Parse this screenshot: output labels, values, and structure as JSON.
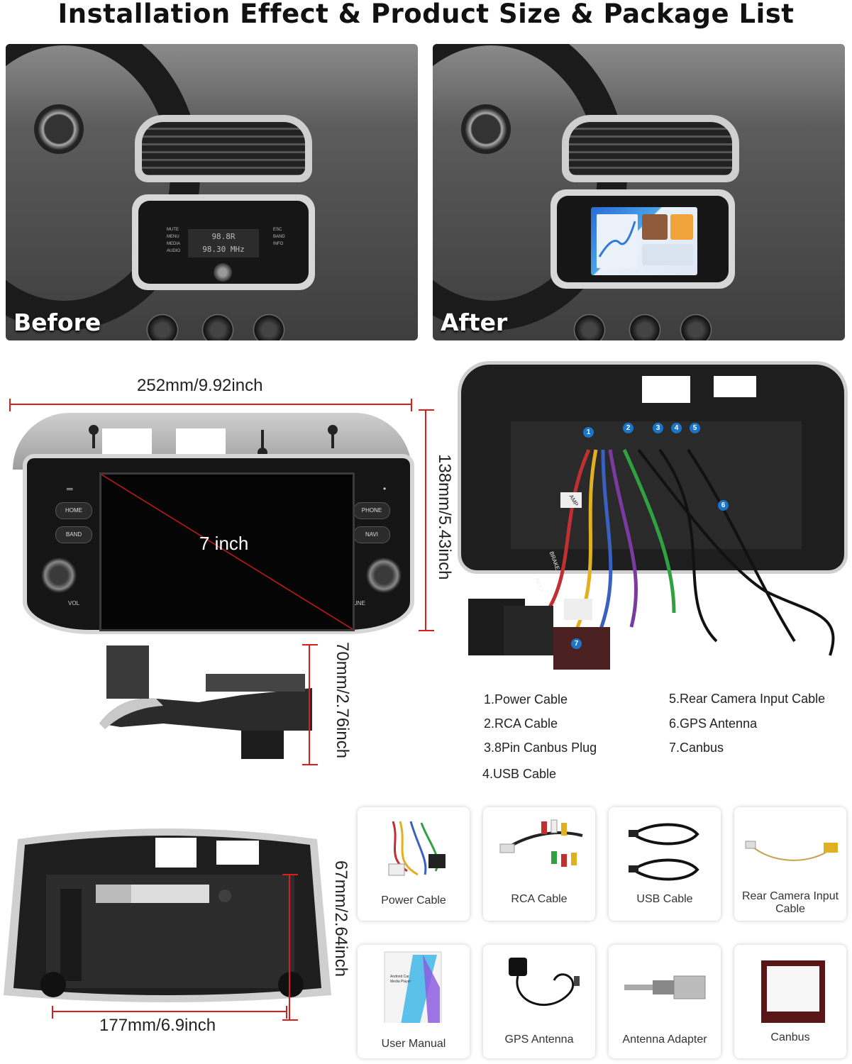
{
  "title": "Installation Effect & Product Size & Package List",
  "photos": {
    "before_label": "Before",
    "after_label": "After",
    "before_radio_line1": "98.8R",
    "before_radio_line2": "98.30 MHz",
    "before_buttons": [
      "MUTE",
      "MENU",
      "MEDIA",
      "AUDIO",
      "ESC",
      "BAND",
      "INFO"
    ]
  },
  "front_unit": {
    "width_label": "252mm/9.92inch",
    "height_label": "138mm/5.43inch",
    "screen_label": "7 inch",
    "buttons": {
      "home": "HOME",
      "band": "BAND",
      "phone": "PHONE",
      "navi": "NAVI",
      "vol": "VOL",
      "tune": "TUNE"
    }
  },
  "side_unit": {
    "depth_label": "70mm/2.76inch"
  },
  "harness": {
    "numbers": [
      "1",
      "2",
      "3",
      "4",
      "5",
      "6",
      "7"
    ],
    "tags": [
      "AMP",
      "BRAKE",
      "KEY2"
    ]
  },
  "cable_list": {
    "left": [
      "1.Power Cable",
      "2.RCA Cable",
      "3.8Pin Canbus Plug",
      "4.USB Cable"
    ],
    "right": [
      "5.Rear Camera Input Cable",
      "6.GPS Antenna",
      "7.Canbus"
    ]
  },
  "rear_unit": {
    "width_label": "177mm/6.9inch",
    "height_label": "67mm/2.64inch"
  },
  "package": {
    "items": [
      {
        "label": "Power Cable",
        "icon": "power-cable-icon"
      },
      {
        "label": "RCA Cable",
        "icon": "rca-cable-icon"
      },
      {
        "label": "USB Cable",
        "icon": "usb-cable-icon"
      },
      {
        "label": "Rear Camera Input Cable",
        "icon": "rear-camera-cable-icon"
      },
      {
        "label": "User Manual",
        "icon": "user-manual-icon"
      },
      {
        "label": "GPS Antenna",
        "icon": "gps-antenna-icon"
      },
      {
        "label": "Antenna Adapter",
        "icon": "antenna-adapter-icon"
      },
      {
        "label": "Canbus",
        "icon": "canbus-icon"
      }
    ],
    "manual_cover_text": "Android Car Media Player"
  },
  "colors": {
    "dimension_line": "#d91e1e",
    "badge": "#1a75c9",
    "text": "#222222"
  }
}
